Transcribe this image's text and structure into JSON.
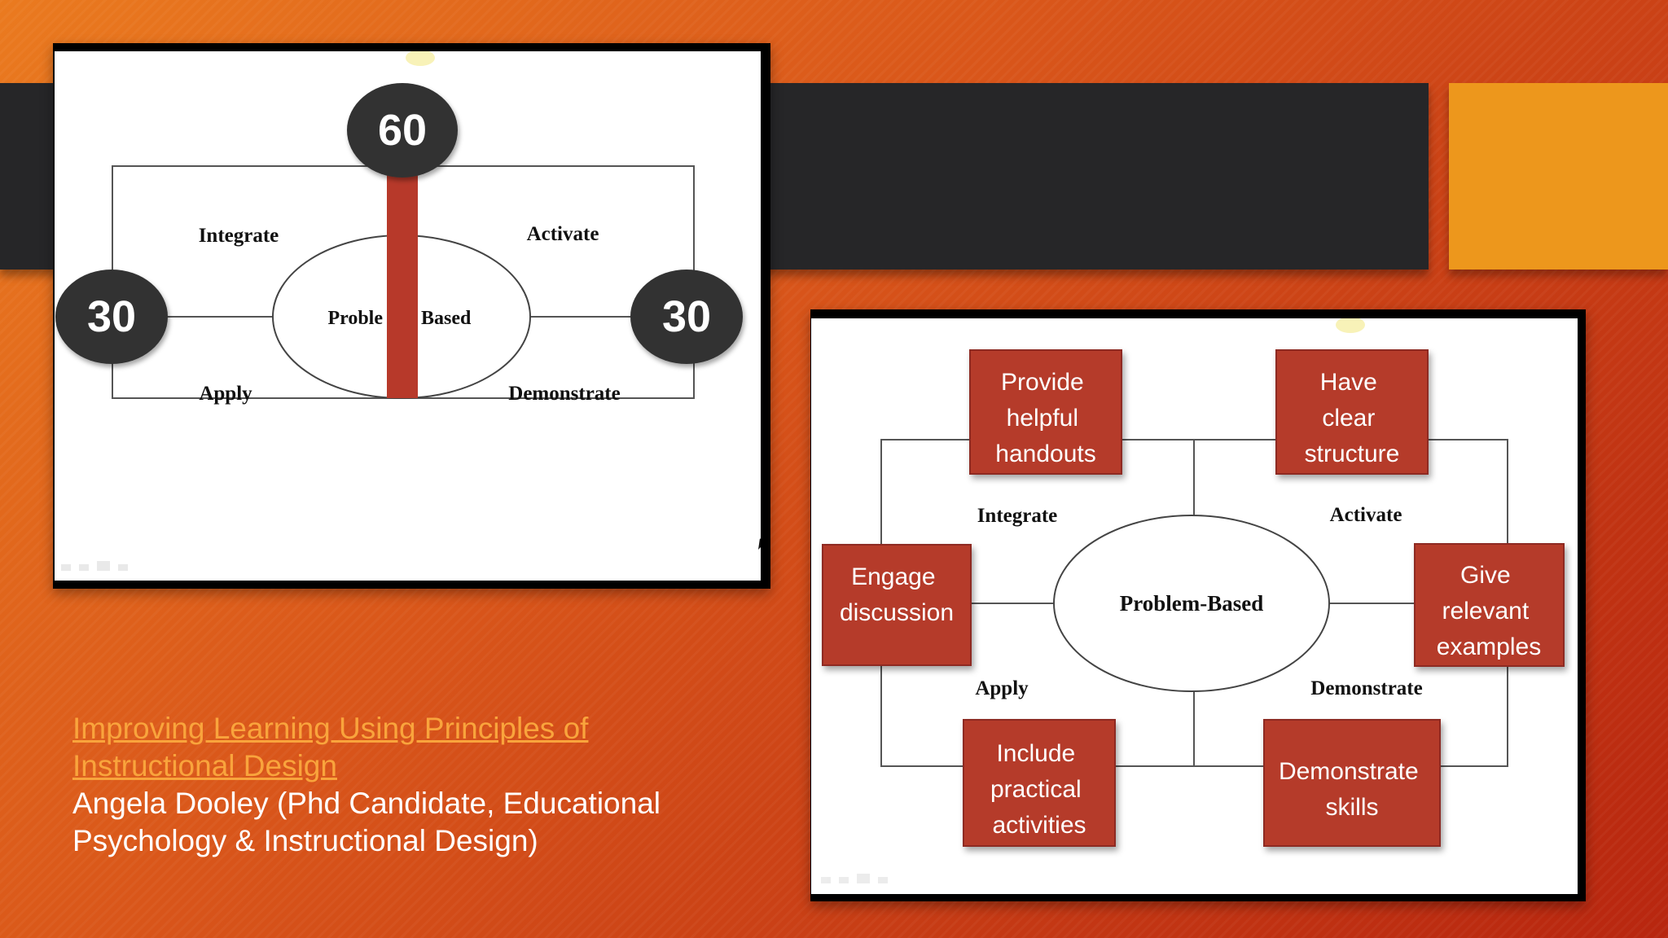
{
  "slide": {
    "link_text": "Improving Learning Using Principles of Instructional Design",
    "author": "Angela Dooley (Phd Candidate, Educational Psychology & Instructional Design)"
  },
  "diagram1": {
    "top_number": "60",
    "left_number": "30",
    "right_number": "30",
    "q_top_left": "Integrate",
    "q_top_right": "Activate",
    "q_bottom_left": "Apply",
    "q_bottom_right": "Demonstrate",
    "center_left": "Proble",
    "center_right": "Based"
  },
  "diagram2": {
    "center": "Problem-Based",
    "q_top_left": "Integrate",
    "q_top_right": "Activate",
    "q_bottom_left": "Apply",
    "q_bottom_right": "Demonstrate",
    "box_top_left": [
      "Provide",
      "helpful",
      "handouts"
    ],
    "box_top_right": [
      "Have",
      "clear",
      "structure"
    ],
    "box_left": [
      "Engage",
      "discussion"
    ],
    "box_right": [
      "Give",
      "relevant",
      "examples"
    ],
    "box_bottom_left": [
      "Include",
      "practical",
      "activities"
    ],
    "box_bottom_right": [
      "Demonstrate",
      "skills"
    ]
  },
  "colors": {
    "accent_orange": "#ed971c",
    "dark_band": "#262628",
    "box_red": "#b53a2c",
    "bar_red": "#b7392a",
    "circle_dark": "#333333",
    "link": "#f9a43c"
  }
}
